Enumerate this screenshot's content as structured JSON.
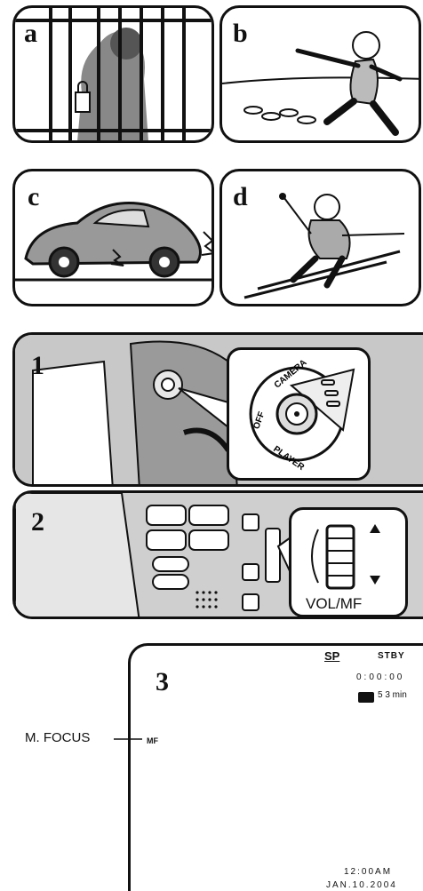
{
  "panels": {
    "a": {
      "letter": "a"
    },
    "b": {
      "letter": "b"
    },
    "c": {
      "letter": "c"
    },
    "d": {
      "letter": "d"
    }
  },
  "step1": {
    "number": "1",
    "dial_labels": [
      "CAMERA",
      "OFF",
      "PLAYER"
    ]
  },
  "step2": {
    "number": "2",
    "button_label": "VOL/MF"
  },
  "step3": {
    "number": "3",
    "tape_speed": "SP",
    "mode": "STBY",
    "counter": "0:00:00",
    "remaining": "5 3 min",
    "focus_indicator": "MF",
    "focus_label": "M. FOCUS",
    "time": "12:00AM",
    "date": "JAN.10.2004"
  },
  "icons": [
    "padlock-icon",
    "tape-cassette-icon",
    "up-arrow-icon",
    "down-arrow-icon"
  ]
}
